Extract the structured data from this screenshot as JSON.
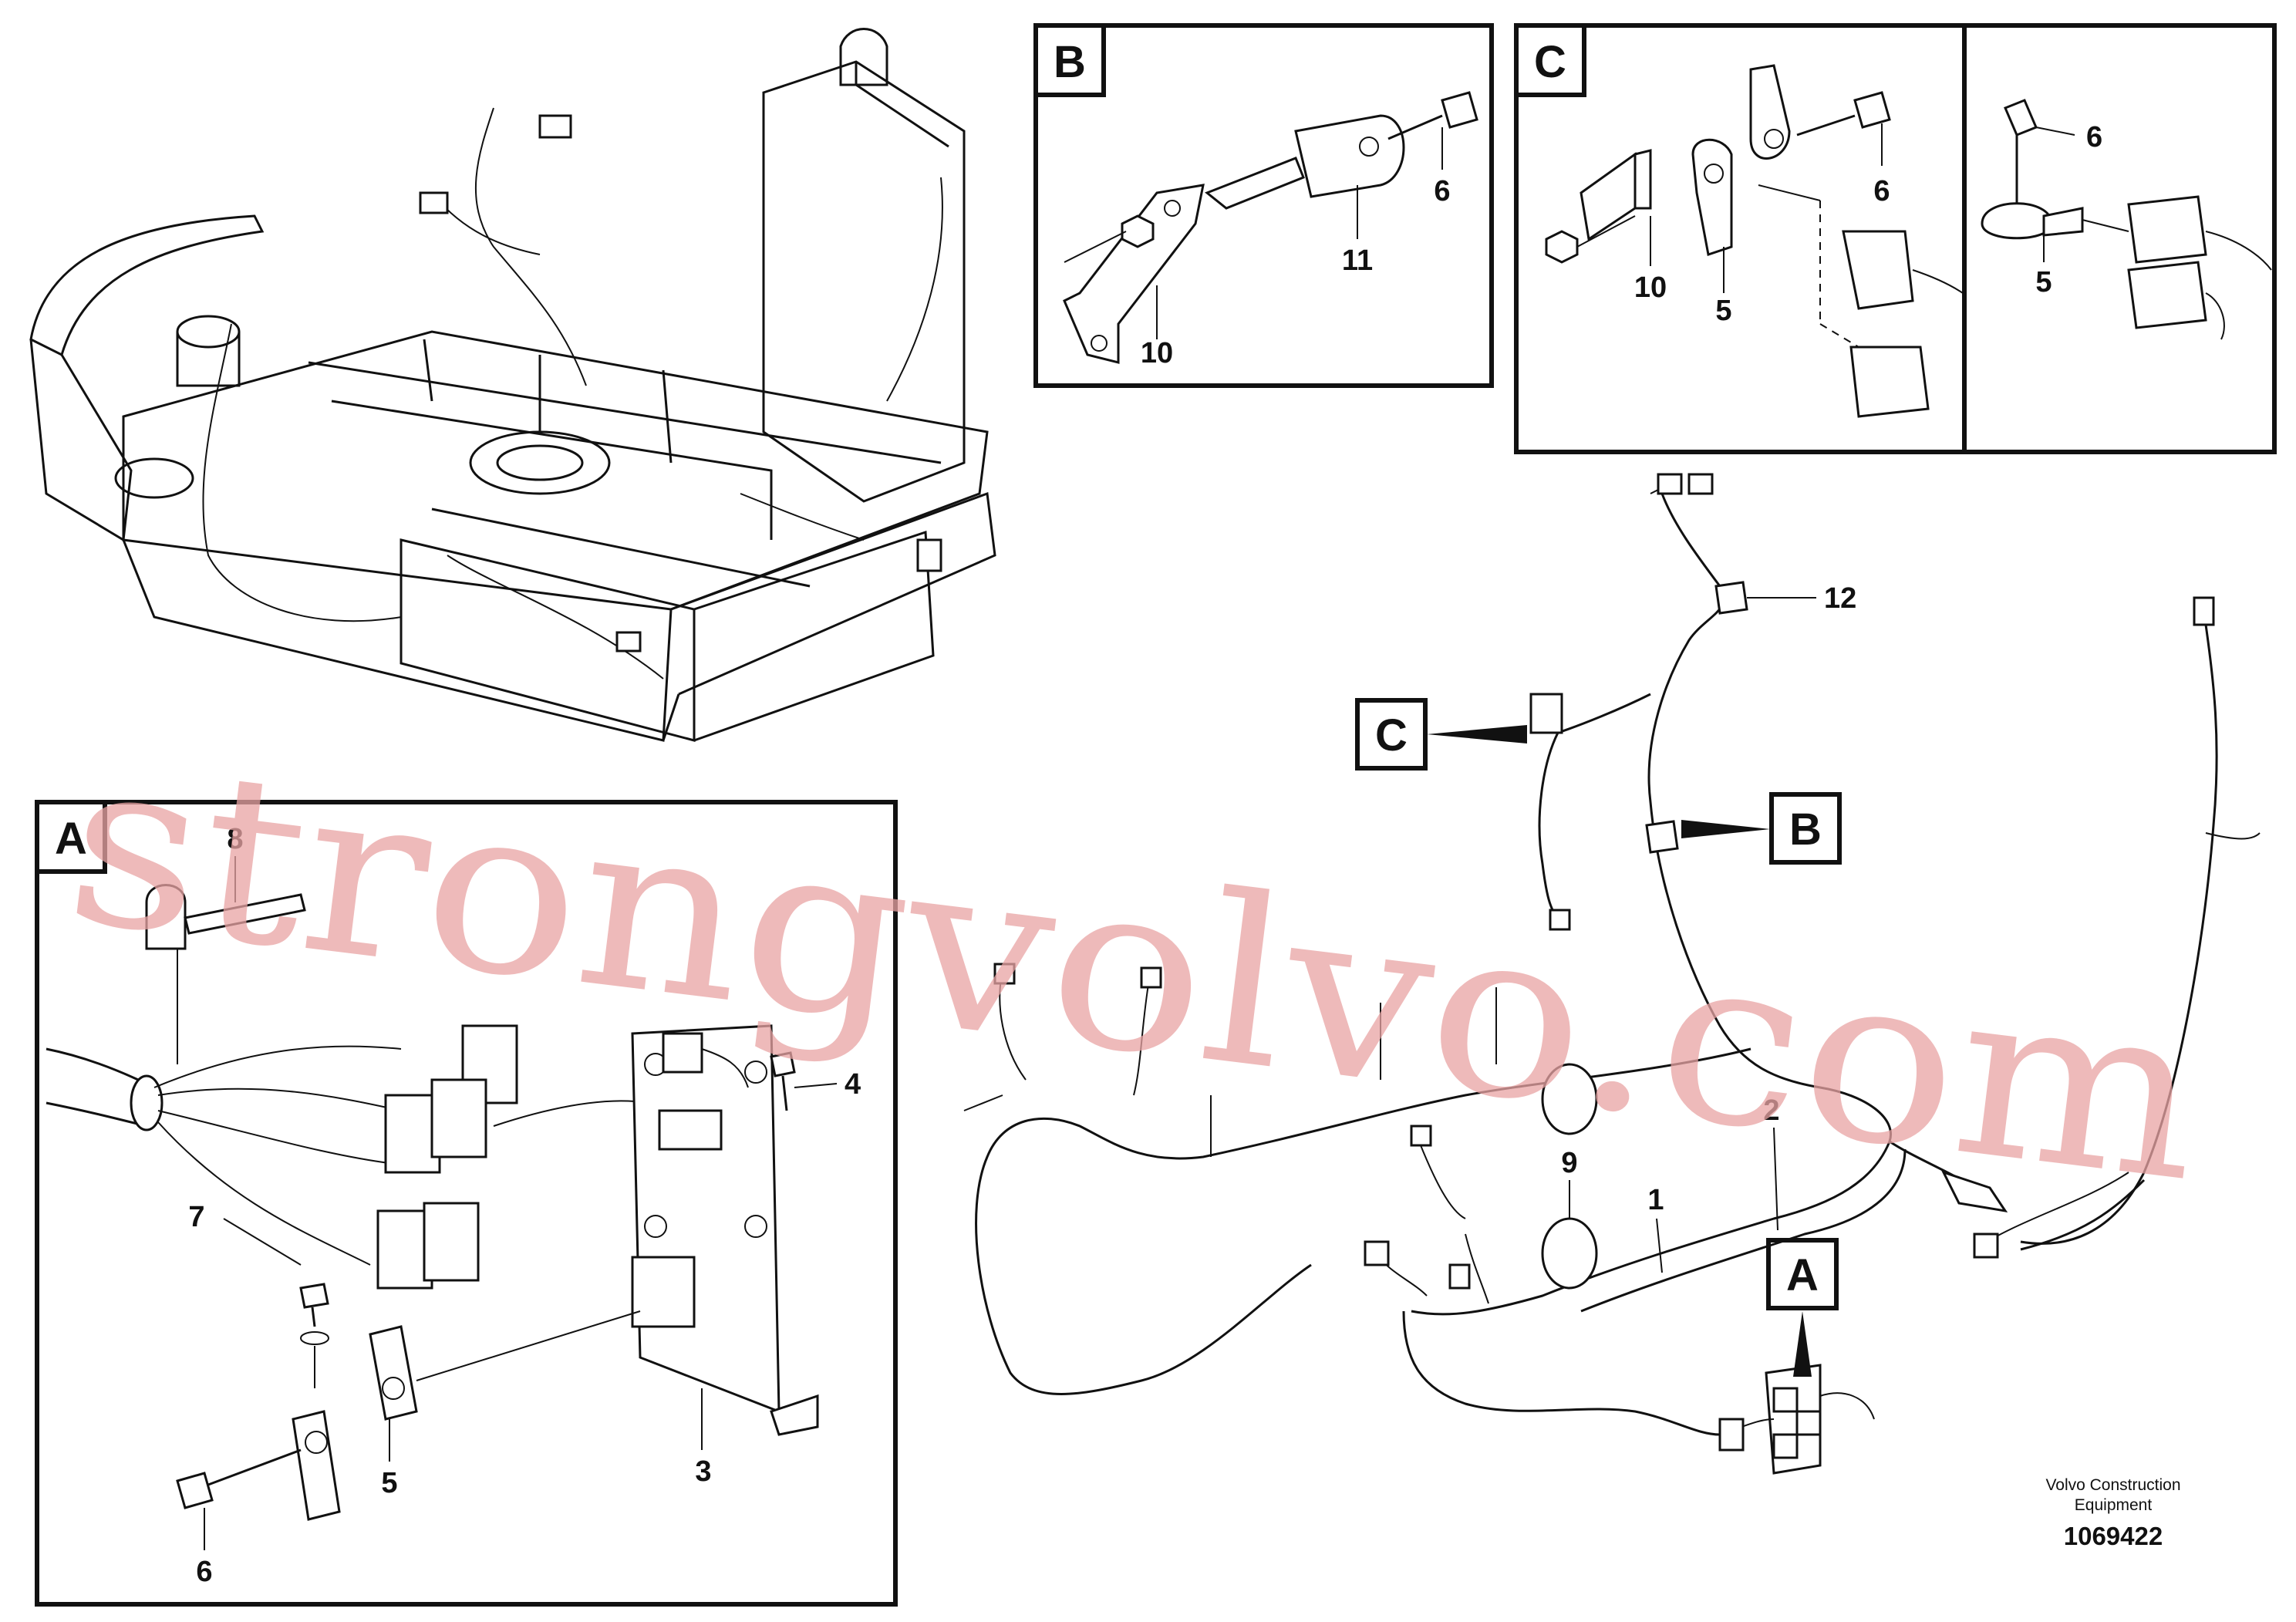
{
  "detail_letters": {
    "a": "A",
    "b": "B",
    "c": "C"
  },
  "callouts": {
    "c1": "1",
    "c2": "2",
    "c3": "3",
    "c4": "4",
    "c5": "5",
    "c6": "6",
    "c7": "7",
    "c8": "8",
    "c9": "9",
    "c10": "10",
    "c11": "11",
    "c12": "12"
  },
  "footer": {
    "manufacturer_line1": "Volvo Construction",
    "manufacturer_line2": "Equipment",
    "drawing_number": "1069422"
  },
  "watermark": "strongvolvo.com"
}
